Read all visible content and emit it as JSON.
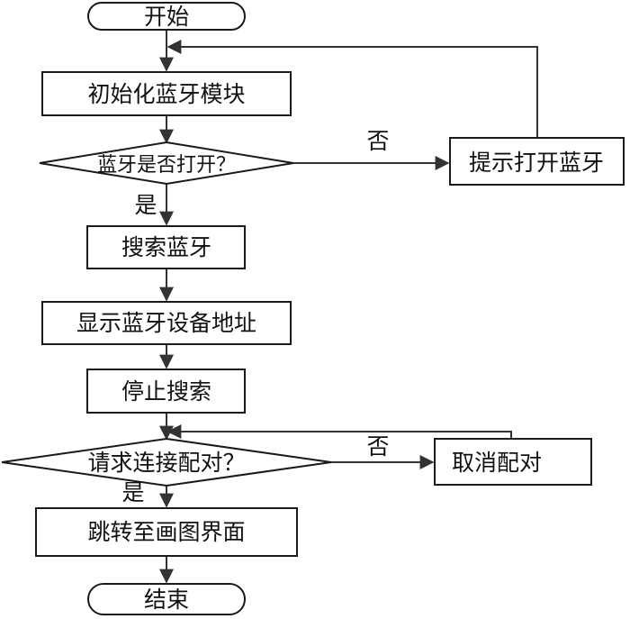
{
  "nodes": {
    "start": "开始",
    "init": "初始化蓝牙模块",
    "check_bt": "蓝牙是否打开？",
    "prompt_open": "提示打开蓝牙",
    "search": "搜索蓝牙",
    "show_addr": "显示蓝牙设备地址",
    "stop_search": "停止搜索",
    "pair_request": "请求连接配对？",
    "cancel_pair": "取消配对",
    "jump": "跳转至画图界面",
    "end": "结束"
  },
  "edge_labels": {
    "no_1": "否",
    "yes_1": "是",
    "no_2": "否",
    "yes_2": "是"
  }
}
